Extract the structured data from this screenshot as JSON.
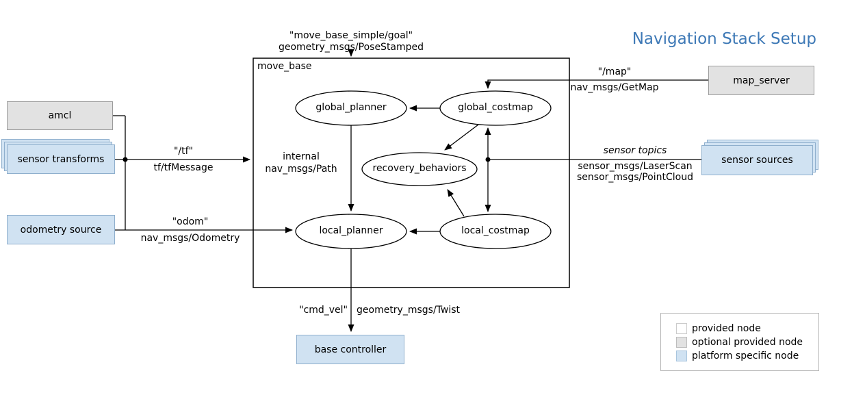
{
  "title": "Navigation Stack Setup",
  "container": {
    "label": "move_base"
  },
  "nodes": {
    "global_planner": "global_planner",
    "global_costmap": "global_costmap",
    "recovery_behaviors": "recovery_behaviors",
    "local_planner": "local_planner",
    "local_costmap": "local_costmap",
    "amcl": "amcl",
    "sensor_transforms": "sensor transforms",
    "odometry_source": "odometry source",
    "map_server": "map_server",
    "sensor_sources": "sensor sources",
    "base_controller": "base controller"
  },
  "edges": {
    "goal": {
      "line1": "\"move_base_simple/goal\"",
      "line2": "geometry_msgs/PoseStamped"
    },
    "map": {
      "line1": "\"/map\"",
      "line2": "nav_msgs/GetMap"
    },
    "tf": {
      "line1": "\"/tf\"",
      "line2": "tf/tfMessage"
    },
    "odom": {
      "line1": "\"odom\"",
      "line2": "nav_msgs/Odometry"
    },
    "internal": {
      "line1": "internal",
      "line2": "nav_msgs/Path"
    },
    "sensor_topics": {
      "line1": "sensor topics",
      "line2": "sensor_msgs/LaserScan",
      "line3": "sensor_msgs/PointCloud"
    },
    "cmd_vel": {
      "line1": "\"cmd_vel\"",
      "line2": "geometry_msgs/Twist"
    }
  },
  "legend": {
    "items": [
      {
        "label": "provided node",
        "type": "provided"
      },
      {
        "label": "optional provided node",
        "type": "optional"
      },
      {
        "label": "platform specific node",
        "type": "platform"
      }
    ]
  },
  "colors": {
    "title_blue": "#3e79b6",
    "node_provided": "#ffffff",
    "node_optional": "#e2e2e2",
    "node_platform": "#d0e2f2"
  }
}
